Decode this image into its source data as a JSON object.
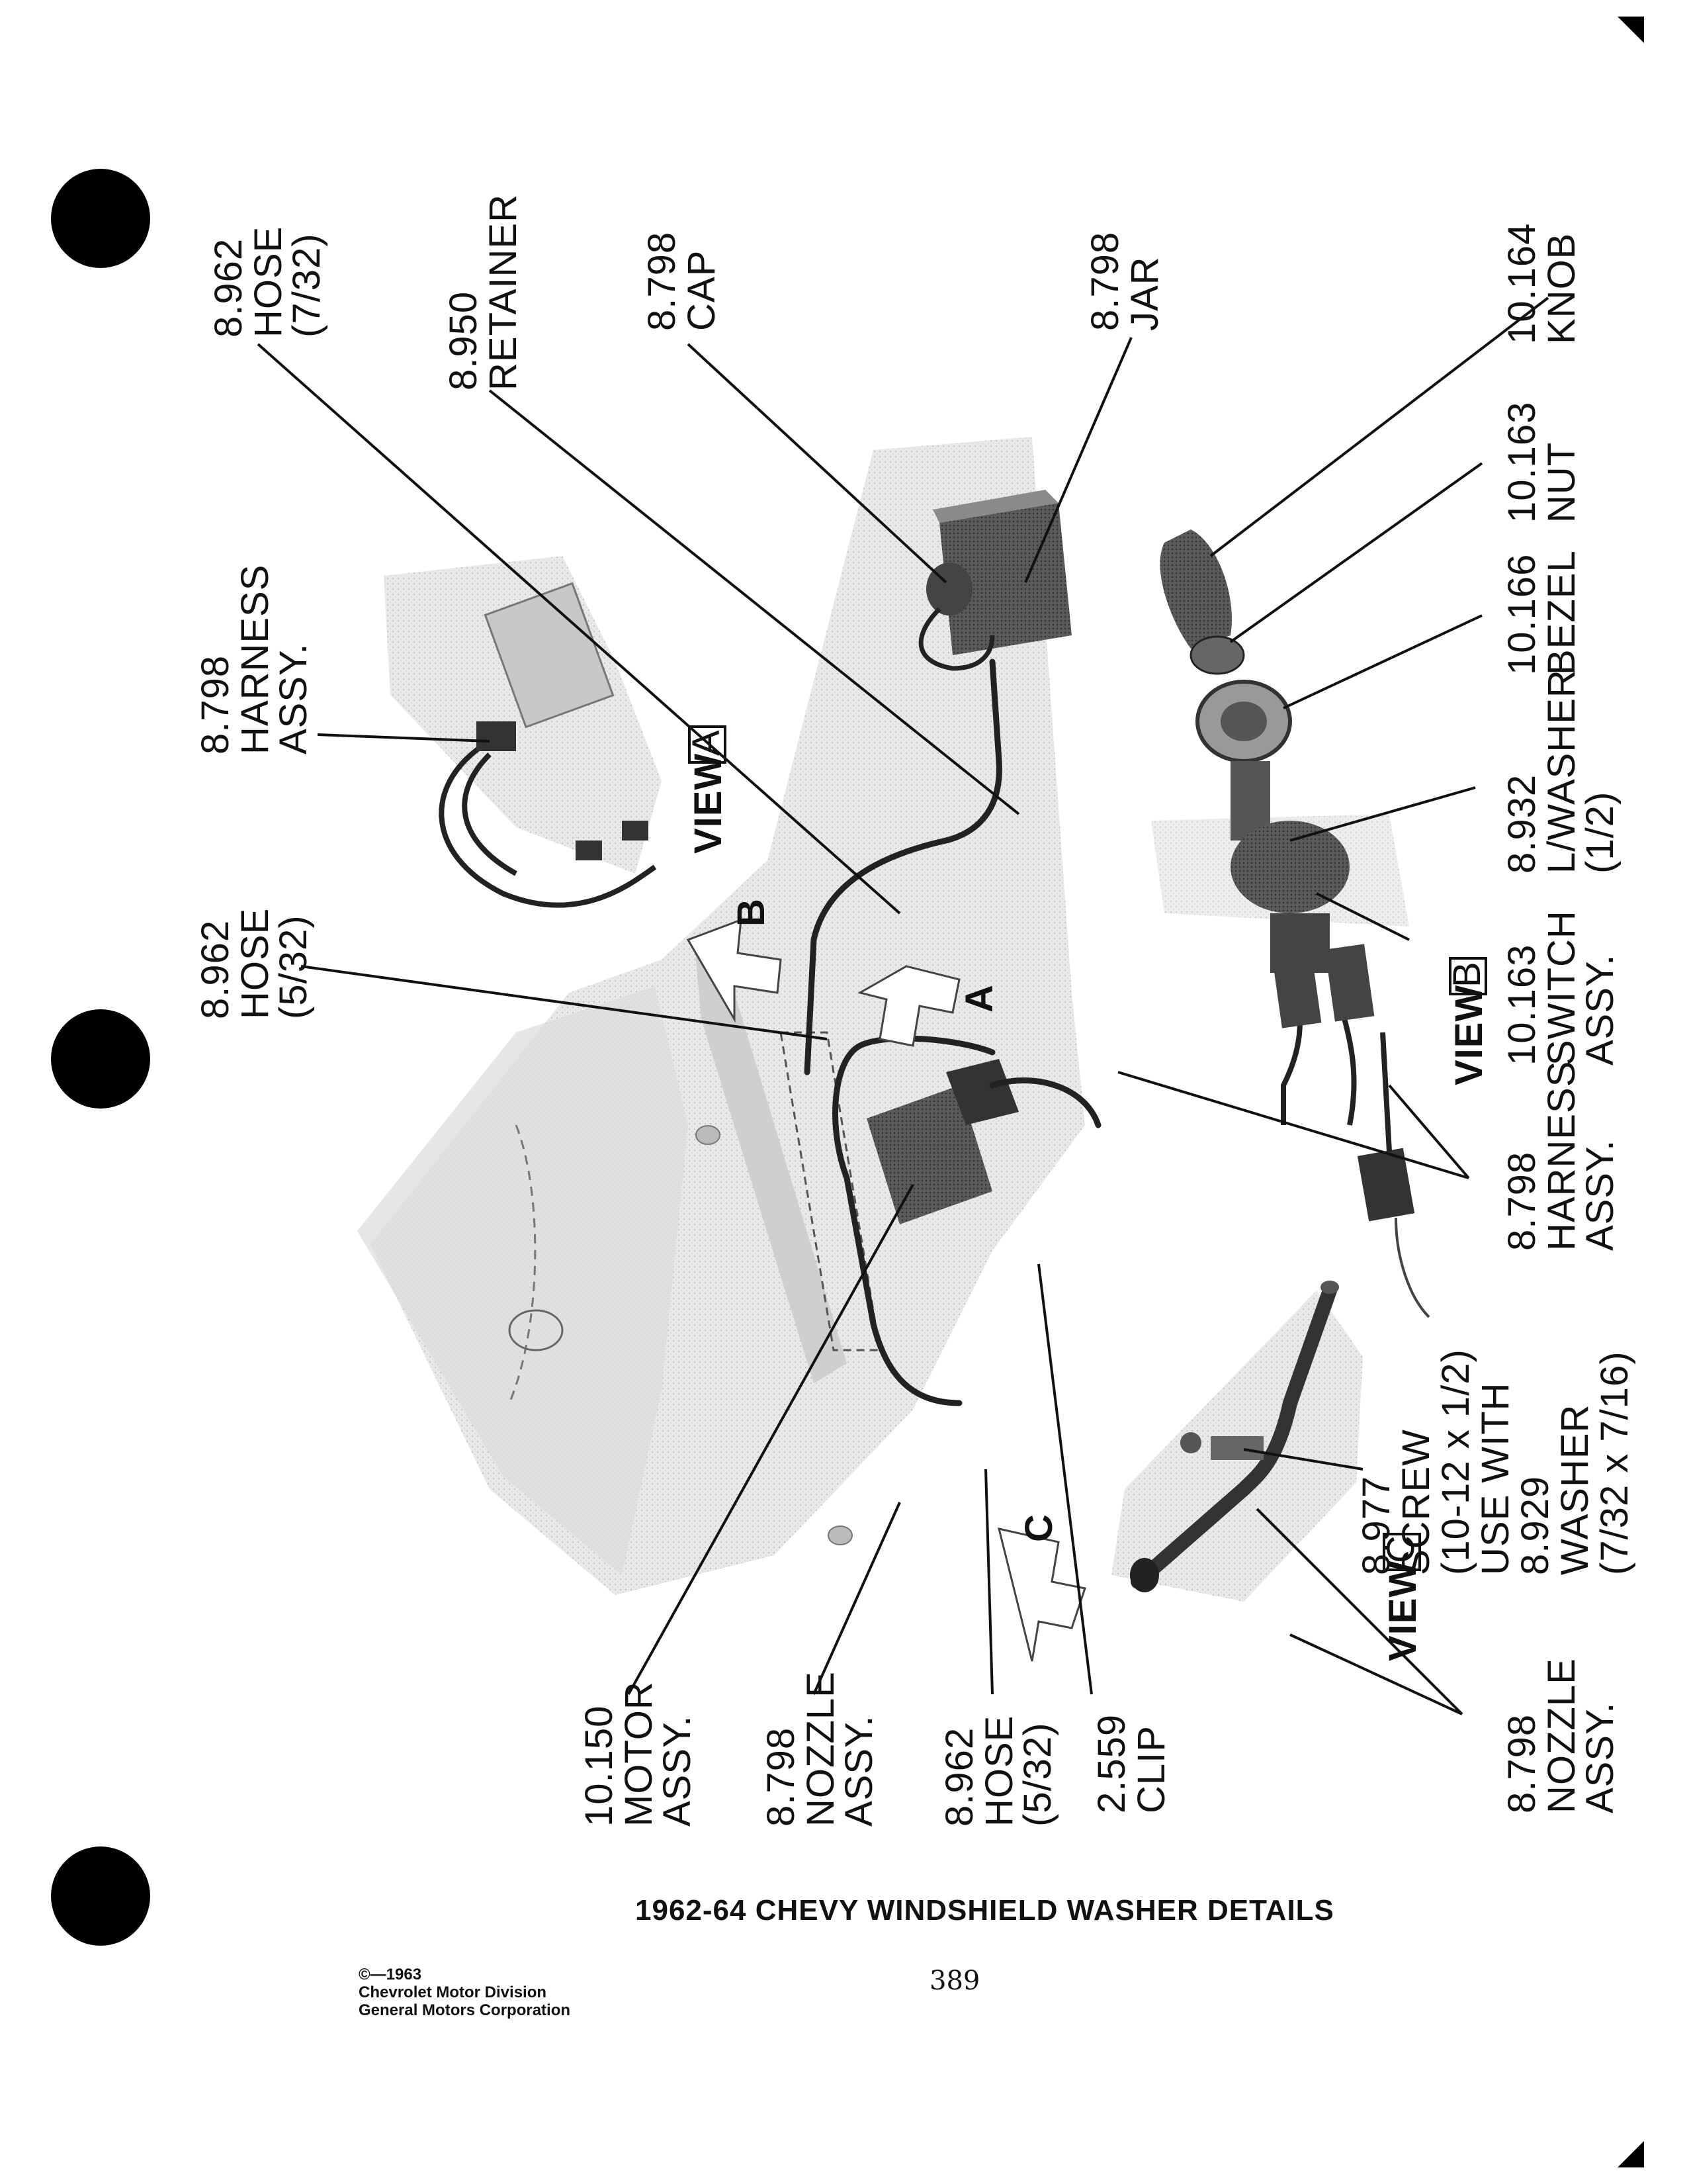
{
  "page": {
    "title": "1962-64 CHEVY WINDSHIELD WASHER DETAILS",
    "page_number": "389",
    "copyright": [
      "©—1963",
      "Chevrolet Motor Division",
      "General Motors Corporation"
    ]
  },
  "views": {
    "view_a": {
      "prefix": "VIEW",
      "letter": "A"
    },
    "view_b": {
      "prefix": "VIEW",
      "letter": "B"
    },
    "view_c": {
      "prefix": "VIEW",
      "letter": "C"
    },
    "arrow_a": "A",
    "arrow_b": "B",
    "arrow_c": "C"
  },
  "callouts": {
    "hose_732_top": [
      "8.962",
      "HOSE",
      "(7/32)"
    ],
    "retainer": [
      "8.950",
      "RETAINER"
    ],
    "cap": [
      "8.798",
      "CAP"
    ],
    "jar": [
      "8.798",
      "JAR"
    ],
    "knob": [
      "10.164",
      "KNOB"
    ],
    "nut": [
      "10.163",
      "NUT"
    ],
    "bezel": [
      "10.166",
      "BEZEL"
    ],
    "lwasher": [
      "8.932",
      "L/WASHER",
      "(1/2)"
    ],
    "switch": [
      "10.163",
      "SWITCH",
      "ASSY."
    ],
    "harness_b": [
      "8.798",
      "HARNESS",
      "ASSY."
    ],
    "harness_a": [
      "8.798",
      "HARNESS",
      "ASSY."
    ],
    "hose_532_mid": [
      "8.962",
      "HOSE",
      "(5/32)"
    ],
    "screw": [
      "8.977",
      "SCREW",
      "(10-12 x 1/2)",
      "USE WITH",
      "8.929",
      "WASHER",
      "(7/32 x 7/16)"
    ],
    "nozzle_c": [
      "8.798",
      "NOZZLE",
      "ASSY."
    ],
    "motor": [
      "10.150",
      "MOTOR",
      "ASSY."
    ],
    "nozzle": [
      "8.798",
      "NOZZLE",
      "ASSY."
    ],
    "hose_532_bottom": [
      "8.962",
      "HOSE",
      "(5/32)"
    ],
    "clip": [
      "2.559",
      "CLIP"
    ]
  }
}
